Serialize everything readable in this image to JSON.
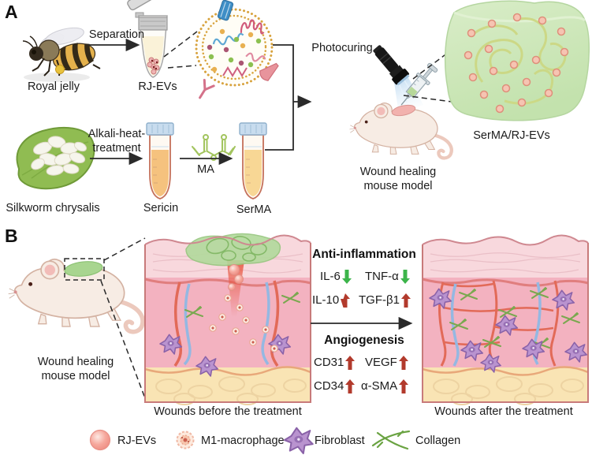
{
  "colors": {
    "up": "#b23a2c",
    "down": "#3cb44a"
  },
  "panel_a": {
    "label": "A",
    "royal_jelly": "Royal jelly",
    "separation": "Separation",
    "rj_evs": "RJ-EVs",
    "photocuring": "Photocuring",
    "wound_model": "Wound healing mouse model",
    "serma_rj_evs": "SerMA/RJ-EVs",
    "silkworm": "Silkworm chrysalis",
    "alkali": "Alkali-heat-treatment",
    "sericin": "Sericin",
    "ma": "MA",
    "serma": "SerMA"
  },
  "panel_b": {
    "label": "B",
    "wound_model": "Wound healing mouse model",
    "before": "Wounds before the treatment",
    "after": "Wounds after the treatment",
    "anti": {
      "title": "Anti-inflammation",
      "markers": [
        {
          "label": "IL-6",
          "dir": "down"
        },
        {
          "label": "TNF-α",
          "dir": "down"
        },
        {
          "label": "IL-10",
          "dir": "up"
        },
        {
          "label": "TGF-β1",
          "dir": "up"
        }
      ]
    },
    "angio": {
      "title": "Angiogenesis",
      "markers": [
        {
          "label": "CD31",
          "dir": "up"
        },
        {
          "label": "VEGF",
          "dir": "up"
        },
        {
          "label": "CD34",
          "dir": "up"
        },
        {
          "label": "α-SMA",
          "dir": "up"
        }
      ]
    }
  },
  "legend": {
    "items": [
      {
        "label": "RJ-EVs",
        "icon": "rj-ev-icon"
      },
      {
        "label": "M1-macrophage",
        "icon": "m1-macrophage-icon"
      },
      {
        "label": "Fibroblast",
        "icon": "fibroblast-icon"
      },
      {
        "label": "Collagen",
        "icon": "collagen-icon"
      }
    ]
  }
}
